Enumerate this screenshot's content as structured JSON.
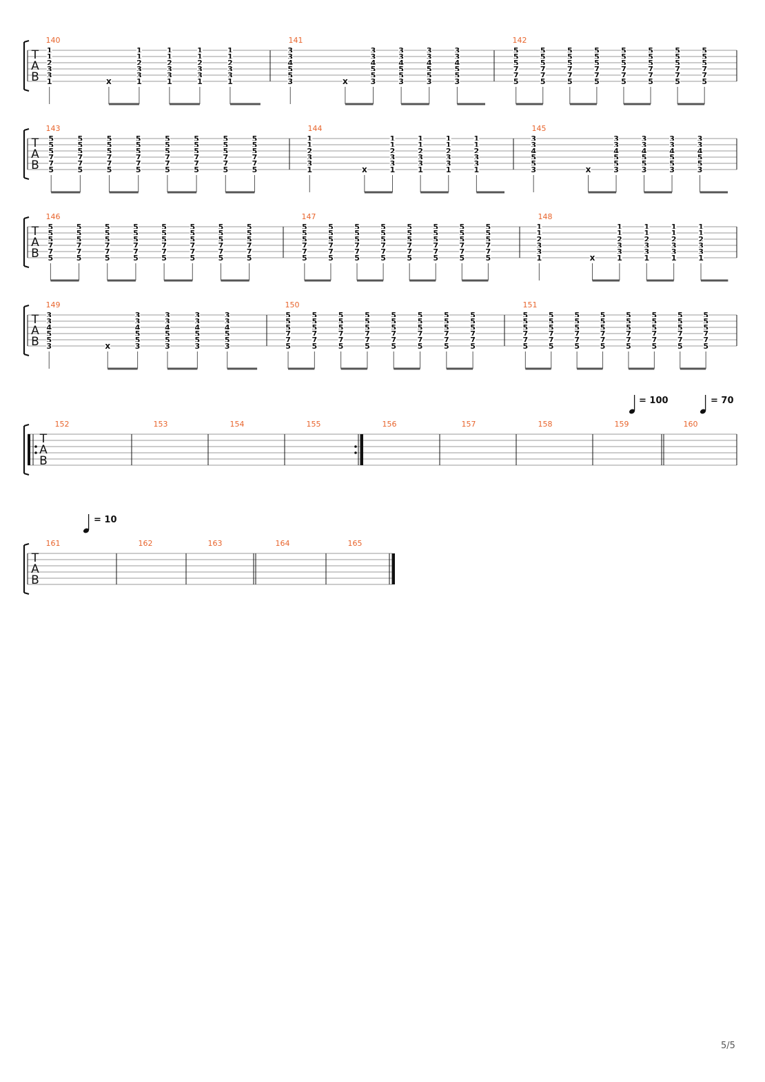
{
  "page_number": "5/5",
  "tempo_markings": [
    {
      "label": "= 100"
    },
    {
      "label": "= 70"
    },
    {
      "label": "= 10"
    }
  ],
  "staff_letters": [
    "T",
    "A",
    "B"
  ],
  "chords": {
    "C": [
      "1",
      "1",
      "2",
      "3",
      "3",
      "1"
    ],
    "D": [
      "3",
      "3",
      "4",
      "5",
      "5",
      "3"
    ],
    "E": [
      "5",
      "5",
      "5",
      "7",
      "7",
      "5"
    ]
  },
  "systems": [
    {
      "measures": [
        {
          "number": "140",
          "pattern": "x",
          "chord": "C"
        },
        {
          "number": "141",
          "pattern": "x",
          "chord": "D"
        },
        {
          "number": "142",
          "pattern": "e",
          "chord": "E"
        }
      ]
    },
    {
      "measures": [
        {
          "number": "143",
          "pattern": "e",
          "chord": "E"
        },
        {
          "number": "144",
          "pattern": "x",
          "chord": "C"
        },
        {
          "number": "145",
          "pattern": "x",
          "chord": "D"
        }
      ]
    },
    {
      "measures": [
        {
          "number": "146",
          "pattern": "e",
          "chord": "E"
        },
        {
          "number": "147",
          "pattern": "e",
          "chord": "E"
        },
        {
          "number": "148",
          "pattern": "x",
          "chord": "C"
        }
      ]
    },
    {
      "measures": [
        {
          "number": "149",
          "pattern": "x",
          "chord": "D"
        },
        {
          "number": "150",
          "pattern": "e",
          "chord": "E"
        },
        {
          "number": "151",
          "pattern": "e",
          "chord": "E"
        }
      ]
    },
    {
      "measures": [
        {
          "number": "152"
        },
        {
          "number": "153"
        },
        {
          "number": "154"
        },
        {
          "number": "155"
        },
        {
          "number": "156"
        },
        {
          "number": "157"
        },
        {
          "number": "158"
        },
        {
          "number": "159"
        },
        {
          "number": "160"
        }
      ]
    },
    {
      "measures": [
        {
          "number": "161"
        },
        {
          "number": "162"
        },
        {
          "number": "163"
        },
        {
          "number": "164"
        },
        {
          "number": "165"
        }
      ]
    }
  ],
  "colors": {
    "measure_number": "#e8642c",
    "staff_line": "#9a9a9a",
    "ink": "#111111"
  }
}
